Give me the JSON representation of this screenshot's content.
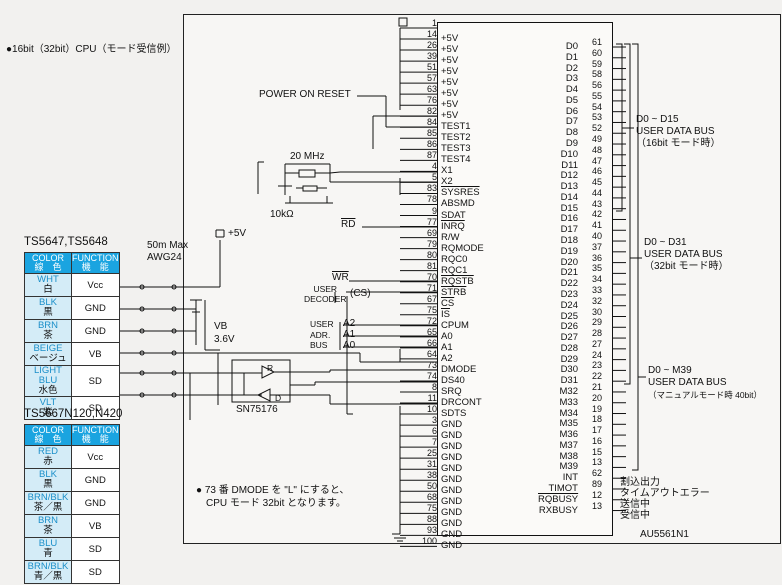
{
  "header_note": "●16bit（32bit）CPU（モード受信例）",
  "chip": {
    "name": "AU5561N1"
  },
  "left_pins": [
    {
      "num": "1",
      "name": ""
    },
    {
      "num": "14",
      "name": "+5V"
    },
    {
      "num": "26",
      "name": "+5V"
    },
    {
      "num": "39",
      "name": "+5V"
    },
    {
      "num": "51",
      "name": "+5V"
    },
    {
      "num": "57",
      "name": "+5V"
    },
    {
      "num": "63",
      "name": "+5V"
    },
    {
      "num": "76",
      "name": "+5V"
    },
    {
      "num": "82",
      "name": "+5V"
    },
    {
      "num": "84",
      "name": "TEST1"
    },
    {
      "num": "85",
      "name": "TEST2"
    },
    {
      "num": "86",
      "name": "TEST3"
    },
    {
      "num": "87",
      "name": "TEST4"
    },
    {
      "num": "4",
      "name": "X1"
    },
    {
      "num": "5",
      "name": "X2"
    },
    {
      "num": "83",
      "name": "SYSRES"
    },
    {
      "num": "78",
      "name": "ABSMD"
    },
    {
      "num": "9",
      "name": "SDAT"
    },
    {
      "num": "77",
      "name": "INRQ"
    },
    {
      "num": "69",
      "name": "R/W"
    },
    {
      "num": "79",
      "name": "RQMODE"
    },
    {
      "num": "80",
      "name": "RQC0"
    },
    {
      "num": "81",
      "name": "RQC1"
    },
    {
      "num": "70",
      "name": "RQSTB"
    },
    {
      "num": "71",
      "name": "STRB"
    },
    {
      "num": "67",
      "name": "CS"
    },
    {
      "num": "75",
      "name": "IS"
    },
    {
      "num": "72",
      "name": "CPUM"
    },
    {
      "num": "65",
      "name": "A0"
    },
    {
      "num": "66",
      "name": "A1"
    },
    {
      "num": "64",
      "name": "A2"
    },
    {
      "num": "73",
      "name": "DMODE"
    },
    {
      "num": "74",
      "name": "DS40"
    },
    {
      "num": "8",
      "name": "SRQ"
    },
    {
      "num": "11",
      "name": "DRCONT"
    },
    {
      "num": "10",
      "name": "SDTS"
    },
    {
      "num": "3",
      "name": "GND"
    },
    {
      "num": "6",
      "name": "GND"
    },
    {
      "num": "7",
      "name": "GND"
    },
    {
      "num": "25",
      "name": "GND"
    },
    {
      "num": "31",
      "name": "GND"
    },
    {
      "num": "38",
      "name": "GND"
    },
    {
      "num": "50",
      "name": "GND"
    },
    {
      "num": "68",
      "name": "GND"
    },
    {
      "num": "75",
      "name": "GND"
    },
    {
      "num": "88",
      "name": "GND"
    },
    {
      "num": "93",
      "name": "GND"
    },
    {
      "num": "100",
      "name": "GND"
    }
  ],
  "right_pins": [
    {
      "name": "D0",
      "num": "61"
    },
    {
      "name": "D1",
      "num": "60"
    },
    {
      "name": "D2",
      "num": "59"
    },
    {
      "name": "D3",
      "num": "58"
    },
    {
      "name": "D4",
      "num": "56"
    },
    {
      "name": "D5",
      "num": "55"
    },
    {
      "name": "D6",
      "num": "54"
    },
    {
      "name": "D7",
      "num": "53"
    },
    {
      "name": "D8",
      "num": "52"
    },
    {
      "name": "D9",
      "num": "49"
    },
    {
      "name": "D10",
      "num": "48"
    },
    {
      "name": "D11",
      "num": "47"
    },
    {
      "name": "D12",
      "num": "46"
    },
    {
      "name": "D13",
      "num": "45"
    },
    {
      "name": "D14",
      "num": "44"
    },
    {
      "name": "D15",
      "num": "43"
    },
    {
      "name": "D16",
      "num": "42"
    },
    {
      "name": "D17",
      "num": "41"
    },
    {
      "name": "D18",
      "num": "40"
    },
    {
      "name": "D19",
      "num": "37"
    },
    {
      "name": "D20",
      "num": "36"
    },
    {
      "name": "D21",
      "num": "35"
    },
    {
      "name": "D22",
      "num": "34"
    },
    {
      "name": "D23",
      "num": "33"
    },
    {
      "name": "D24",
      "num": "32"
    },
    {
      "name": "D25",
      "num": "30"
    },
    {
      "name": "D26",
      "num": "29"
    },
    {
      "name": "D27",
      "num": "28"
    },
    {
      "name": "D28",
      "num": "27"
    },
    {
      "name": "D29",
      "num": "24"
    },
    {
      "name": "D30",
      "num": "23"
    },
    {
      "name": "D31",
      "num": "22"
    },
    {
      "name": "M32",
      "num": "21"
    },
    {
      "name": "M33",
      "num": "20"
    },
    {
      "name": "M34",
      "num": "19"
    },
    {
      "name": "M35",
      "num": "18"
    },
    {
      "name": "M36",
      "num": "17"
    },
    {
      "name": "M37",
      "num": "16"
    },
    {
      "name": "M38",
      "num": "15"
    },
    {
      "name": "M39",
      "num": "13"
    },
    {
      "name": "INT",
      "num": "62"
    },
    {
      "name": "TIMOT",
      "num": "89"
    },
    {
      "name": "RQBUSY",
      "num": "12"
    },
    {
      "name": "RXBUSY",
      "num": "13"
    }
  ],
  "buses": {
    "b16": {
      "l1": "D0 ~ D15",
      "l2": "USER DATA BUS",
      "l3": "（16bit モード時）"
    },
    "b32": {
      "l1": "D0 ~ D31",
      "l2": "USER DATA BUS",
      "l3": "（32bit モード時）"
    },
    "b40": {
      "l1": "D0 ~ M39",
      "l2": "USER DATA BUS",
      "l3": "（マニュアルモード時 40bit）"
    }
  },
  "status_labels": {
    "int": "割込出力",
    "timot": "タイムアウトエラー",
    "rqbusy": "送信中",
    "rxbusy": "受信中"
  },
  "labels": {
    "power_on_reset": "POWER ON RESET",
    "crystal": "20 MHz",
    "resistor": "10kΩ",
    "rd": "RD",
    "wr": "WR",
    "user_decoder_l1": "USER",
    "user_decoder_l2": "DECODER",
    "cs_paren": "(CS)",
    "user_adr_bus_l1": "USER",
    "user_adr_bus_l2": "ADR.",
    "user_adr_bus_l3": "BUS",
    "a2": "A2",
    "a1": "A1",
    "a0": "A0",
    "plus5v": "+5V",
    "vb": "VB",
    "vb_volt": "3.6V",
    "driver": "SN75176",
    "cable_len": "50m Max",
    "cable_awg": "AWG24",
    "driver_r": "R",
    "driver_d": "D"
  },
  "table1": {
    "title": "TS5647,TS5648",
    "head": {
      "c1": "COLOR",
      "c1j": "線　色",
      "c2": "FUNCTION",
      "c2j": "機　能"
    },
    "rows": [
      {
        "en": "WHT",
        "jp": "白",
        "fn": "Vcc"
      },
      {
        "en": "BLK",
        "jp": "黒",
        "fn": "GND"
      },
      {
        "en": "BRN",
        "jp": "茶",
        "fn": "GND"
      },
      {
        "en": "BEIGE",
        "jp": "ベージュ",
        "fn": "VB"
      },
      {
        "en": "LIGHT BLU",
        "jp": "水色",
        "fn": "SD"
      },
      {
        "en": "VLT",
        "jp": "紫",
        "fn": "SD"
      }
    ]
  },
  "table2": {
    "title": "TS5667N120,N420",
    "head": {
      "c1": "COLOR",
      "c1j": "線　色",
      "c2": "FUNCTION",
      "c2j": "機　能"
    },
    "rows": [
      {
        "en": "RED",
        "jp": "赤",
        "fn": "Vcc"
      },
      {
        "en": "BLK",
        "jp": "黒",
        "fn": "GND"
      },
      {
        "en": "BRN/BLK",
        "jp": "茶／黒",
        "fn": "GND"
      },
      {
        "en": "BRN",
        "jp": "茶",
        "fn": "VB"
      },
      {
        "en": "BLU",
        "jp": "青",
        "fn": "SD"
      },
      {
        "en": "BRN/BLK",
        "jp": "青／黒",
        "fn": "SD"
      }
    ]
  },
  "footnote": {
    "l1": "● 73 番 DMODE を \"L\" にすると、",
    "l2": "CPU モード 32bit となります。"
  }
}
